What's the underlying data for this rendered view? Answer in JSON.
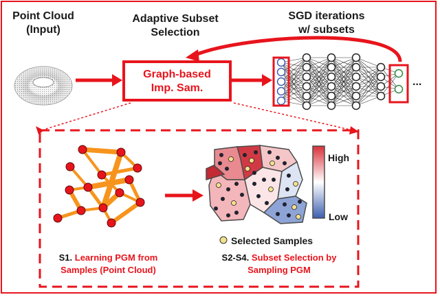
{
  "headers": {
    "point_cloud_line1": "Point Cloud",
    "point_cloud_line2": "(Input)",
    "adaptive_line1": "Adaptive Subset",
    "adaptive_line2": "Selection",
    "sgd_line1": "SGD iterations",
    "sgd_line2": "w/ subsets"
  },
  "box": {
    "line1": "Graph-based",
    "line2": "Imp.  Sam."
  },
  "network": {
    "ellipsis": "..."
  },
  "legend": {
    "high": "High",
    "low": "Low",
    "selected": "Selected Samples"
  },
  "step1": {
    "prefix": "S1.",
    "line1": "Learning PGM from",
    "line2": "Samples (Point Cloud)"
  },
  "step2": {
    "prefix": "S2-S4.",
    "line1": "Subset Selection by",
    "line2": "Sampling PGM"
  },
  "colors": {
    "accent": "#e8141c",
    "edge": "#f7941d",
    "node": "#e8141c",
    "high": "#d9313a",
    "low": "#3e5fb0",
    "sample": "#f4e08c"
  }
}
